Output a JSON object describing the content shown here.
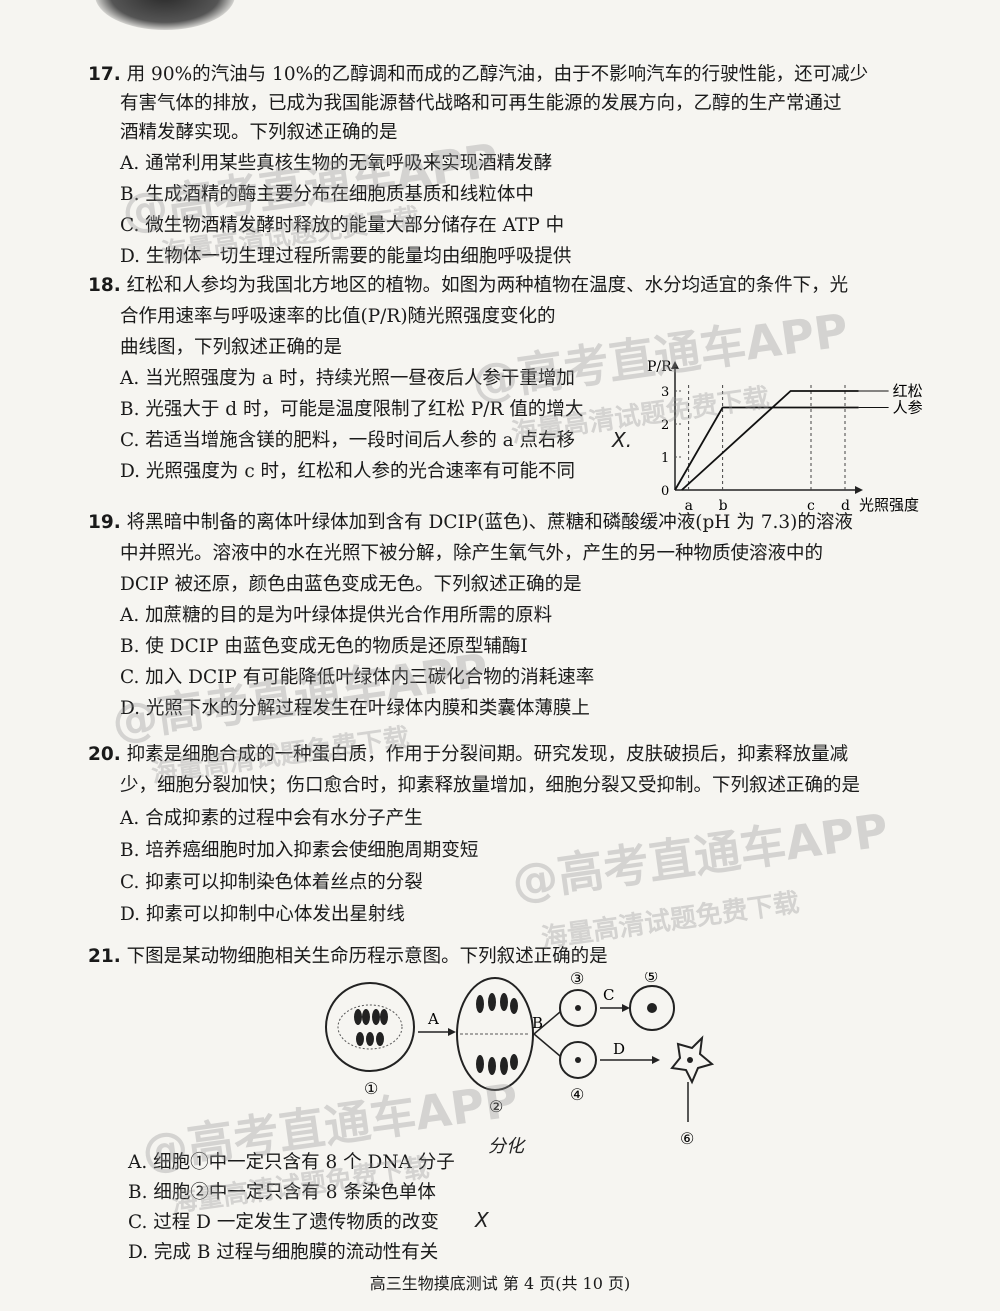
{
  "q17": {
    "num": "17.",
    "lines": [
      "用 90%的汽油与 10%的乙醇调和而成的乙醇汽油，由于不影响汽车的行驶性能，还可减少",
      "有害气体的排放，已成为我国能源替代战略和可再生能源的发展方向，乙醇的生产常通过",
      "酒精发酵实现。下列叙述正确的是"
    ],
    "options": [
      "A. 通常利用某些真核生物的无氧呼吸来实现酒精发酵",
      "B. 生成酒精的酶主要分布在细胞质基质和线粒体中",
      "C. 微生物酒精发酵时释放的能量大部分储存在 ATP 中",
      "D. 生物体一切生理过程所需要的能量均由细胞呼吸提供"
    ]
  },
  "q18": {
    "num": "18.",
    "lines": [
      "红松和人参均为我国北方地区的植物。如图为两种植物在温度、水分均适宜的条件下，光",
      "合作用速率与呼吸速率的比值(P/R)随光照强度变化的",
      "曲线图，下列叙述正确的是"
    ],
    "options": [
      "A. 当光照强度为 a 时，持续光照一昼夜后人参干重增加",
      "B. 光强大于 d 时，可能是温度限制了红松 P/R 值的增大",
      "C. 若适当增施含镁的肥料，一段时间后人参的 a 点右移",
      "D. 光照强度为 c 时，红松和人参的光合速率有可能不同"
    ],
    "handwritten_mark": "X.",
    "chart_data": {
      "type": "line",
      "ylabel": "P/R",
      "xlabel": "光照强度",
      "y_ticks": [
        "0",
        "1",
        "2",
        "3"
      ],
      "x_ticks": [
        "a",
        "b",
        "c",
        "d"
      ],
      "series": [
        {
          "name": "红松",
          "points": [
            [
              0.2,
              0
            ],
            [
              3.4,
              3
            ],
            [
              4.0,
              3
            ],
            [
              5.4,
              3
            ]
          ]
        },
        {
          "name": "人参",
          "points": [
            [
              0,
              0
            ],
            [
              1.4,
              2.5
            ],
            [
              4.0,
              2.5
            ],
            [
              5.4,
              2.5
            ]
          ]
        }
      ]
    }
  },
  "q19": {
    "num": "19.",
    "lines": [
      "将黑暗中制备的离体叶绿体加到含有 DCIP(蓝色)、蔗糖和磷酸缓冲液(pH 为 7.3)的溶液",
      "中并照光。溶液中的水在光照下被分解，除产生氧气外，产生的另一种物质使溶液中的",
      "DCIP 被还原，颜色由蓝色变成无色。下列叙述正确的是"
    ],
    "options": [
      "A. 加蔗糖的目的是为叶绿体提供光合作用所需的原料",
      "B. 使 DCIP 由蓝色变成无色的物质是还原型辅酶Ⅰ",
      "C. 加入 DCIP 有可能降低叶绿体内三碳化合物的消耗速率",
      "D. 光照下水的分解过程发生在叶绿体内膜和类囊体薄膜上"
    ]
  },
  "q20": {
    "num": "20.",
    "lines": [
      "抑素是细胞合成的一种蛋白质，作用于分裂间期。研究发现，皮肤破损后，抑素释放量减",
      "少，细胞分裂加快；伤口愈合时，抑素释放量增加，细胞分裂又受抑制。下列叙述正确的是"
    ],
    "options": [
      "A. 合成抑素的过程中会有水分子产生",
      "B. 培养癌细胞时加入抑素会使细胞周期变短",
      "C. 抑素可以抑制染色体着丝点的分裂",
      "D. 抑素可以抑制中心体发出星射线"
    ]
  },
  "q21": {
    "num": "21.",
    "lines": [
      "下图是某动物细胞相关生命历程示意图。下列叙述正确的是"
    ],
    "options": [
      "A. 细胞①中一定只含有 8 个 DNA 分子",
      "B. 细胞②中一定只含有 8 条染色单体",
      "C. 过程 D 一定发生了遗传物质的改变",
      "D. 完成 B 过程与细胞膜的流动性有关"
    ],
    "diagram_labels": {
      "cell1": "①",
      "cell2": "②",
      "cell3": "③",
      "cell4": "④",
      "cell5": "⑤",
      "cell6": "⑥",
      "arrowA": "A",
      "arrowB": "B",
      "arrowC": "C",
      "arrowD": "D"
    },
    "handwritten_note": "分化",
    "handwritten_mark": "X"
  },
  "watermarks": {
    "brand": "@高考直通车APP",
    "slogan": "海量高清试题免费下载"
  },
  "footer": "高三生物摸底测试  第 4 页(共 10 页)"
}
